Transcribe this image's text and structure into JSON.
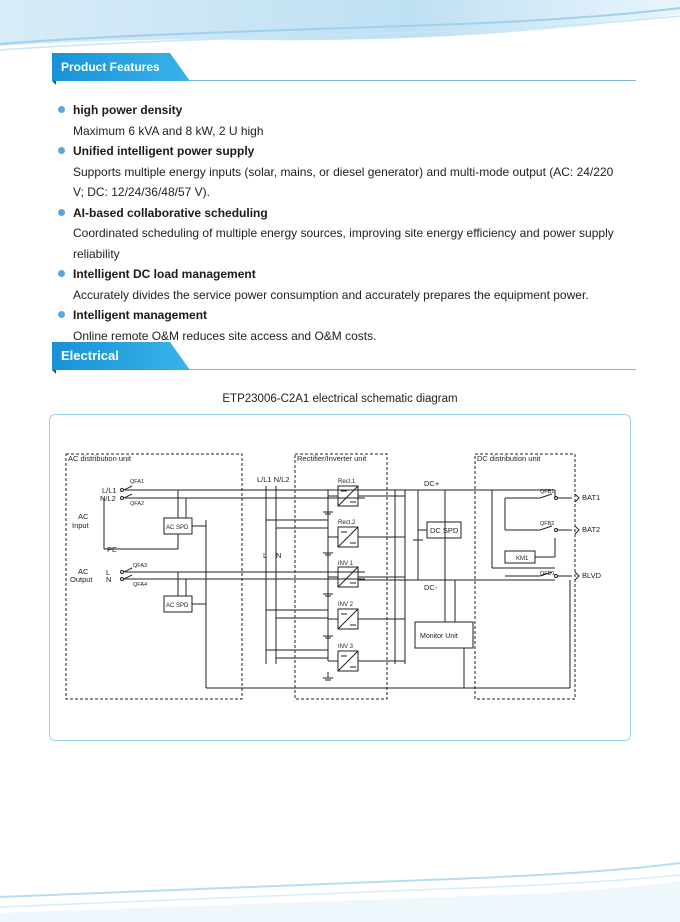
{
  "sections": {
    "features_title": "Product Features",
    "electrical_title": "Electrical"
  },
  "features": [
    {
      "title": "high power density",
      "desc": "Maximum 6 kVA and 8 kW, 2 U high"
    },
    {
      "title": "Unified intelligent power supply",
      "desc": "Supports multiple energy inputs (solar, mains, or diesel generator) and multi-mode output (AC: 24/220 V; DC: 12/24/36/48/57 V)."
    },
    {
      "title": "AI-based collaborative scheduling",
      "desc": "Coordinated scheduling of multiple energy sources, improving site energy efficiency and power supply reliability"
    },
    {
      "title": "Intelligent DC load management",
      "desc": "Accurately divides the service power consumption and accurately prepares the equipment power."
    },
    {
      "title": "Intelligent management",
      "desc": "Online remote O&M reduces site access and O&M costs."
    }
  ],
  "diagram": {
    "caption": "ETP23006-C2A1 electrical schematic diagram",
    "units": {
      "ac_dist": "AC distribution unit",
      "rect_inv": "Rectifier/Inverter unit",
      "dc_dist": "DC distribution unit"
    },
    "ac": {
      "l_l1": "L/L1",
      "n_l2": "N/L2",
      "qfa1": "QFA1",
      "qfa2": "QFA2",
      "ac_input": "AC",
      "ac_input2": "Input",
      "pe": "PE",
      "ac_spd_1": "AC SPD",
      "ac_output": "AC",
      "ac_output2": "Output",
      "l": "L",
      "n": "N",
      "qfa3": "QFA3",
      "qfa4": "QFA4",
      "ac_spd_2": "AC SPD"
    },
    "rect": {
      "bus_label": "L/L1 N/L2",
      "l": "L",
      "n": "N",
      "modules": [
        "Rect.1",
        "Rect.2",
        "INV 1",
        "INV 2",
        "INV 3"
      ]
    },
    "dc": {
      "dc_plus": "DC+",
      "dc_minus": "DC-",
      "dc_spd": "DC SPD",
      "monitor": "Monitor Unit",
      "qfb1": "QFB1",
      "qfb2": "QFB2",
      "km1": "KM1",
      "qfd1": "QFD1",
      "bat1": "BAT1",
      "bat2": "BAT2",
      "blvd": "BLVD"
    }
  }
}
